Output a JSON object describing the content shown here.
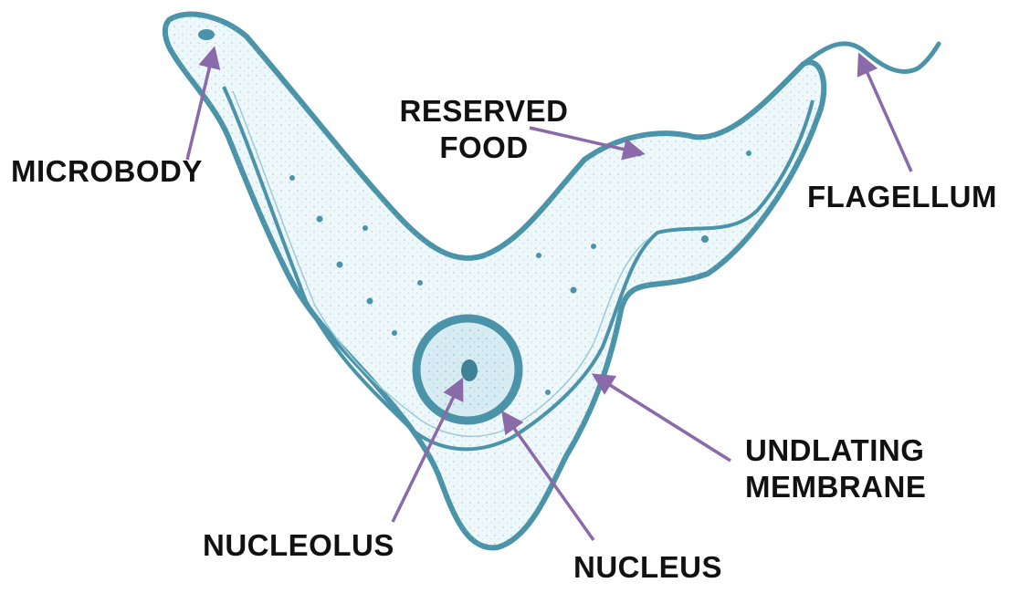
{
  "labels": {
    "microbody": "MICROBODY",
    "reserved_food_line1": "RESERVED",
    "reserved_food_line2": "FOOD",
    "flagellum": "FLAGELLUM",
    "undulating_line1": "UNDLATING",
    "undulating_line2": "MEMBRANE",
    "nucleolus": "NUCLEOLUS",
    "nucleus": "NUCLEUS"
  },
  "colors": {
    "cell_outline": "#4a93a8",
    "cell_fill": "#eef7fa",
    "stipple": "#7fb8c8",
    "arrow": "#8a6aa8",
    "label_text": "#111111"
  }
}
